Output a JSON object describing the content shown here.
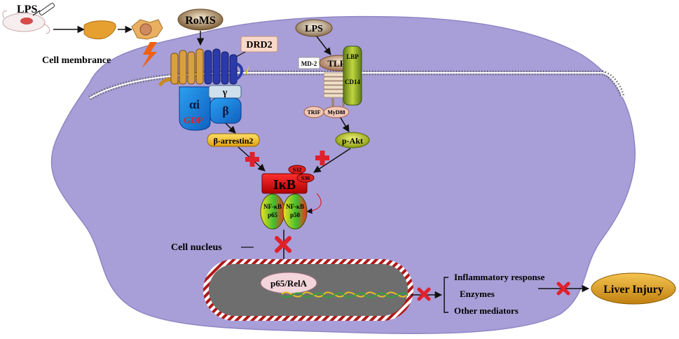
{
  "labels": {
    "lps_top": "LPS",
    "cell_membrance": "Cell membrance",
    "roms": "RoMS",
    "drd2": "DRD2",
    "lps_receptor": "LPS",
    "md2": "MD-2",
    "tlr4": "TLR4",
    "lbp": "LBP",
    "cd14": "CD14",
    "alpha_i": "αi",
    "gdp": "GDP",
    "gamma": "γ",
    "beta": "β",
    "trif": "TRIF",
    "myd88": "MyD88",
    "beta_arrestin2": "β-arrestin2",
    "p_akt": "p-Akt",
    "s32": "S32",
    "s36": "S36",
    "ikb": "IκB",
    "nfkb": "NF-κB",
    "p65": "p65",
    "p50": "p50",
    "cell_nucleus": "Cell nucleus",
    "p65_rela": "p65/RelA",
    "inflammatory_response": "Inflammatory response",
    "enzymes": "Enzymes",
    "other_mediators": "Other mediators",
    "liver_injury": "Liver Injury"
  },
  "colors": {
    "cell": "#a89fd8",
    "nucleus": "#6e6e6e",
    "ikb": "#e01010",
    "inhibit": "#e0202a",
    "liver_injury": "#e0a020"
  }
}
